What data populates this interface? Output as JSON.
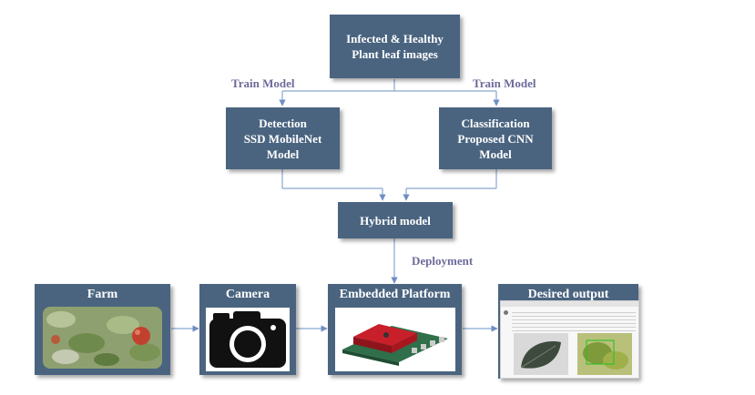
{
  "nodes": {
    "source": [
      "Infected & Healthy",
      "Plant leaf  images"
    ],
    "detection": [
      "Detection",
      "SSD MobileNet",
      "Model"
    ],
    "classification": [
      "Classification",
      "Proposed CNN",
      "Model"
    ],
    "hybrid": "Hybrid model",
    "farm": "Farm",
    "camera": "Camera",
    "embedded": "Embedded Platform",
    "output": "Desired output"
  },
  "edge_labels": {
    "train_left": "Train Model",
    "train_right": "Train Model",
    "deployment": "Deployment"
  },
  "colors": {
    "box_fill": "#4a6480",
    "label_text": "#6c6a9a",
    "connector": "#8aa6cf"
  },
  "icons": [
    "leaf-photo",
    "camera-icon",
    "embedded-board",
    "output-screenshot"
  ]
}
